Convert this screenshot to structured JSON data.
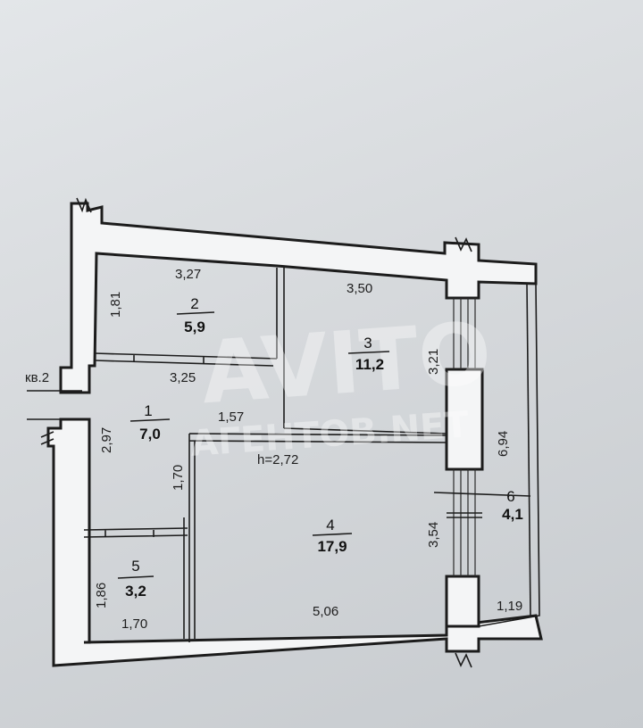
{
  "plan": {
    "neighbor_label": "кв.2",
    "ceiling_height": "h=2,72",
    "rooms": [
      {
        "number": "1",
        "area": "7,0"
      },
      {
        "number": "2",
        "area": "5,9"
      },
      {
        "number": "3",
        "area": "11,2"
      },
      {
        "number": "4",
        "area": "17,9"
      },
      {
        "number": "5",
        "area": "3,2"
      },
      {
        "number": "6",
        "area": "4,1"
      }
    ],
    "dimensions": {
      "r2_width": "3,27",
      "r2_height": "1,81",
      "r3_width": "3,50",
      "r3_height": "3,21",
      "r1_width": "3,25",
      "r1_height": "2,97",
      "r1_step": "1,57",
      "r1_step_height": "1,70",
      "r4_width": "5,06",
      "r4_height": "3,54",
      "r5_height": "1,86",
      "r5_width": "1,70",
      "balcony_length": "6,94",
      "balcony_width": "1,19"
    }
  },
  "watermark": {
    "line1": "AVITO",
    "line2": "AГЕНТОВ.NET"
  }
}
